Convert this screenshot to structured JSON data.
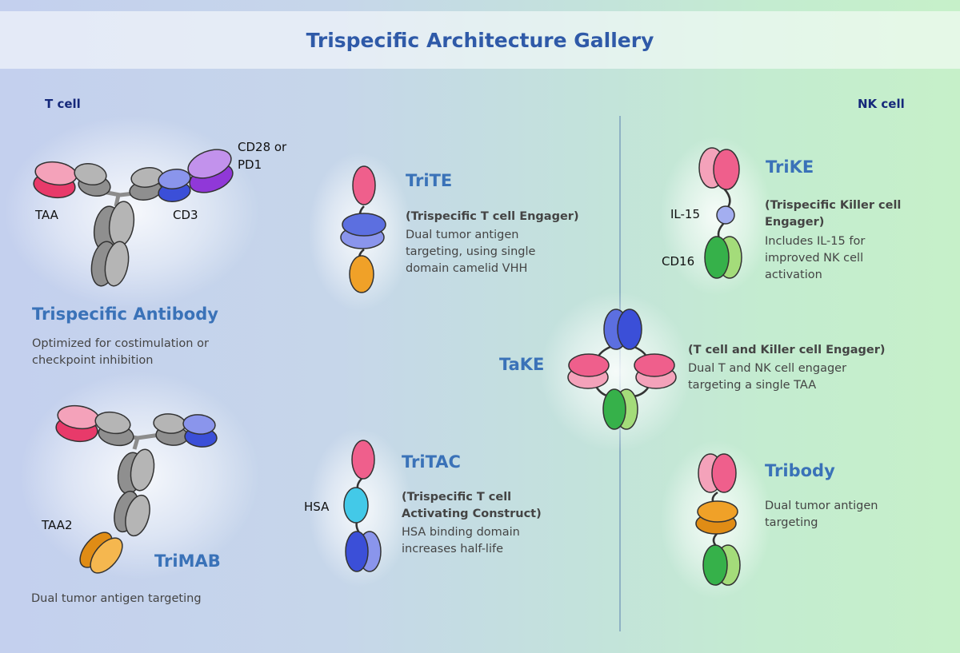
{
  "title": "Trispecific Architecture Gallery",
  "sections": {
    "left": "T cell",
    "right": "NK cell"
  },
  "colors": {
    "pink": "#ef5f8c",
    "pink_light": "#f4a2ba",
    "gray": "#a4a4a4",
    "blue": "#5c6fe0",
    "purple": "#a66ce4",
    "orange": "#f0a128",
    "green": "#4ec454",
    "cyan": "#43c9e8",
    "il15": "#a3aef0",
    "title": "#2f5aa8",
    "section": "#15287a"
  },
  "formats": {
    "trispecific_antibody": {
      "name": "Trispecific Antibody",
      "description": [
        "Optimized for costimulation or",
        "checkpoint inhibition"
      ],
      "labels": {
        "taa": "TAA",
        "cd3": "CD3",
        "cd28": [
          "CD28 or",
          "PD1"
        ]
      }
    },
    "trimab": {
      "name": "TriMAB",
      "description": [
        "Dual tumor antigen targeting"
      ],
      "labels": {
        "taa2": "TAA2"
      }
    },
    "trite": {
      "name": "TriTE",
      "subtitle": [
        "(Trispecific T cell Engager)"
      ],
      "description": [
        "Dual tumor antigen",
        "targeting, using single",
        "domain camelid VHH"
      ]
    },
    "tritac": {
      "name": "TriTAC",
      "subtitle": [
        "(Trispecific T cell",
        "Activating Construct)"
      ],
      "description": [
        "HSA binding domain",
        "increases half-life"
      ],
      "labels": {
        "hsa": "HSA"
      }
    },
    "trike": {
      "name": "TriKE",
      "subtitle": [
        "(Trispecific Killer cell",
        "Engager)"
      ],
      "description": [
        "Includes IL-15 for",
        "improved NK cell",
        "activation"
      ],
      "labels": {
        "il15": "IL-15",
        "cd16": "CD16"
      }
    },
    "take": {
      "name": "TaKE",
      "subtitle": [
        "(T cell and Killer cell Engager)"
      ],
      "description": [
        "Dual T and NK cell engager",
        "targeting a single TAA"
      ]
    },
    "tribody": {
      "name": "Tribody",
      "description": [
        "Dual tumor antigen",
        "targeting"
      ]
    }
  }
}
